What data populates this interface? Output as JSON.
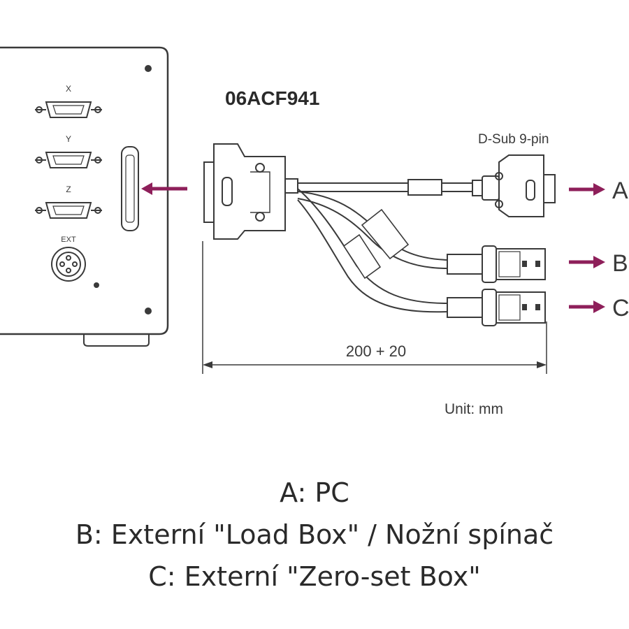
{
  "diagram": {
    "part_number": "06ACF941",
    "connector_label": "D-Sub 9-pin",
    "dimension": "200 + 20",
    "unit": "Unit: mm",
    "panel_port_labels": [
      "X",
      "Y",
      "Z",
      "EXT"
    ],
    "outputs": [
      "A",
      "B",
      "C"
    ]
  },
  "legend": {
    "line_a": "A: PC",
    "line_b": "B: Externí \"Load Box\" / Nožní spínač",
    "line_c": "C: Externí \"Zero-set Box\""
  },
  "colors": {
    "arrow": "#8e1f5a",
    "line": "#3a3a3a",
    "text": "#2a2a2a"
  }
}
